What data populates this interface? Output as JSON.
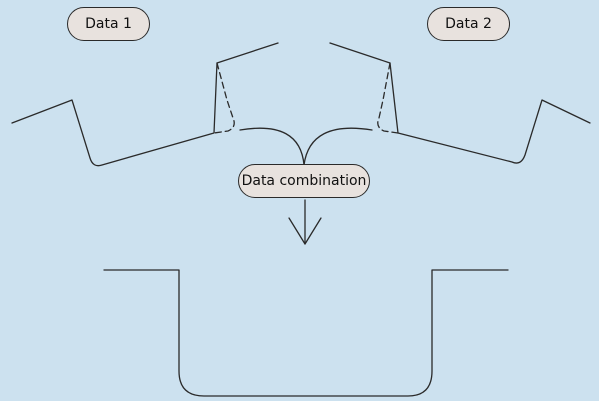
{
  "labels": {
    "data_1": "Data 1",
    "data_2": "Data 2",
    "combination": "Data combination"
  },
  "colors": {
    "background": "#cce1ef",
    "pill_fill": "#e8e2de",
    "stroke": "#2a2a2a"
  }
}
